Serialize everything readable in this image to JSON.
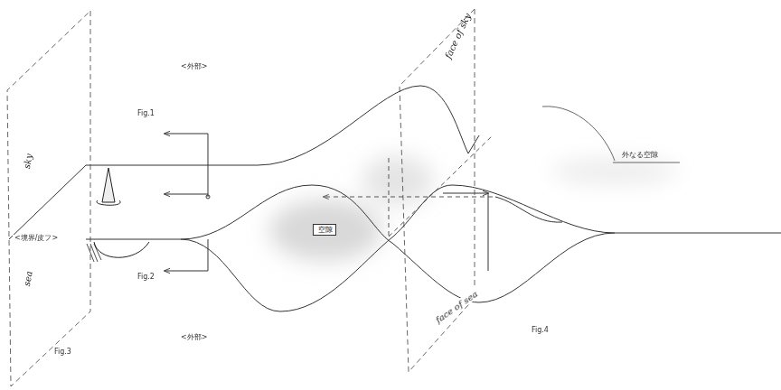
{
  "diagram": {
    "nodes": [
      {
        "text": [
          "空隙"
        ]
      }
    ],
    "labels": [
      "<外部>",
      "Fig.1",
      "sky",
      "face of sky",
      "外なる空隙",
      "<境界/皮フ>",
      "Fig.2",
      "sea",
      "face of sea",
      "Fig.3",
      "<外部>",
      "Fig.4"
    ]
  }
}
